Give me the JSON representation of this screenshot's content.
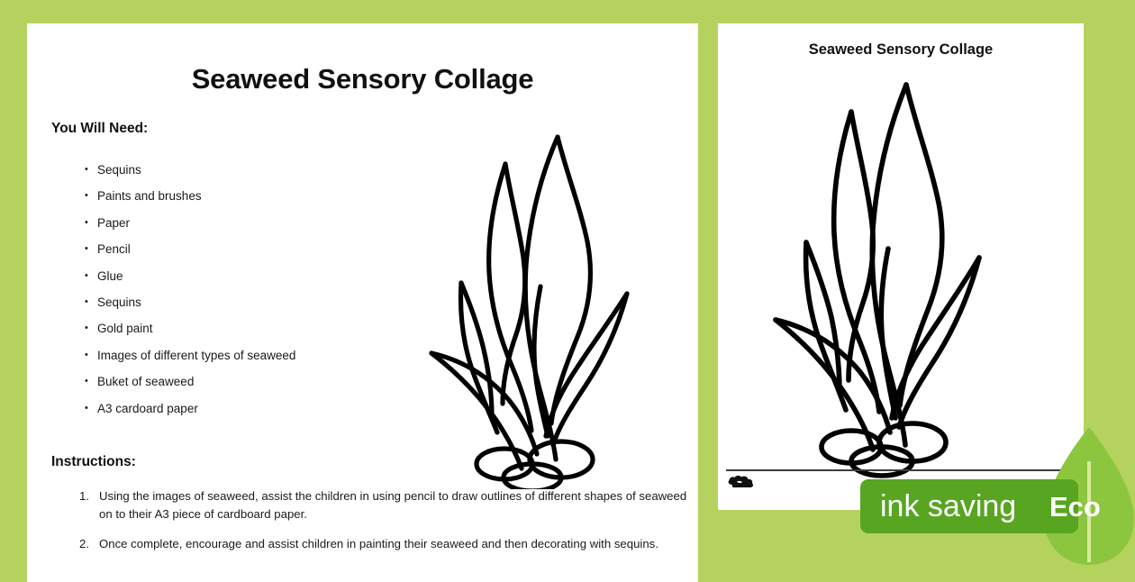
{
  "background_color": "#b5d25f",
  "left_page": {
    "title": "Seaweed Sensory Collage",
    "materials_heading": "You Will Need:",
    "materials": [
      "Sequins",
      "Paints and brushes",
      "Paper",
      "Pencil",
      "Glue",
      "Sequins",
      "Gold paint",
      "Images of different types of seaweed",
      "Buket of seaweed",
      "A3 cardoard paper"
    ],
    "instructions_heading": "Instructions:",
    "instructions": [
      "Using the images of seaweed, assist the children in using pencil to draw outlines of different shapes of seaweed on to their A3 piece of cardboard paper.",
      "Once complete, encourage and assist children in painting their seaweed and then decorating with sequins."
    ],
    "illustration": "seaweed-line-drawing"
  },
  "right_page": {
    "title": "Seaweed Sensory Collage",
    "illustration": "seaweed-line-drawing",
    "footer_logo": "twinkl-cloud-logo"
  },
  "eco_badge": {
    "ink_saving_label": "ink saving",
    "eco_label": "Eco",
    "pill_color": "#57a521",
    "leaf_color": "#8cc63f",
    "text_color": "#ffffff"
  }
}
